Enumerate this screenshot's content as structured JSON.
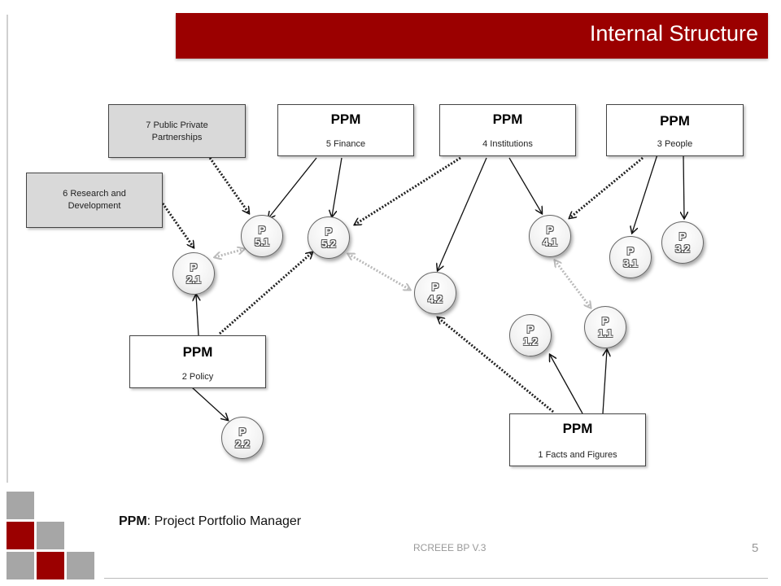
{
  "title": "Internal Structure",
  "ppm_boxes": {
    "finance": {
      "head": "PPM",
      "sub": "5 Finance"
    },
    "institutions": {
      "head": "PPM",
      "sub": "4 Institutions"
    },
    "people": {
      "head": "PPM",
      "sub": "3 People"
    },
    "policy": {
      "head": "PPM",
      "sub": "2 Policy"
    },
    "facts": {
      "head": "PPM",
      "sub": "1 Facts and Figures"
    }
  },
  "gray_boxes": {
    "ppp": {
      "line1": "7 Public Private",
      "line2": "Partnerships"
    },
    "research": {
      "line1": "6 Research and",
      "line2": "Development"
    }
  },
  "nodes": {
    "p51": {
      "a": "P",
      "b": "5.1"
    },
    "p52": {
      "a": "P",
      "b": "5.2"
    },
    "p41": {
      "a": "P",
      "b": "4.1"
    },
    "p42": {
      "a": "P",
      "b": "4.2"
    },
    "p31": {
      "a": "P",
      "b": "3.1"
    },
    "p32": {
      "a": "P",
      "b": "3.2"
    },
    "p21": {
      "a": "P",
      "b": "2.1"
    },
    "p22": {
      "a": "P",
      "b": "2.2"
    },
    "p11": {
      "a": "P",
      "b": "1.1"
    },
    "p12": {
      "a": "P",
      "b": "1.2"
    }
  },
  "legend": {
    "term": "PPM",
    "definition": ": Project Portfolio Manager"
  },
  "footer": "RCREEE BP V.3",
  "page_number": "5",
  "colors": {
    "accent": "#9b0000",
    "gray_square": "#a6a6a6"
  }
}
